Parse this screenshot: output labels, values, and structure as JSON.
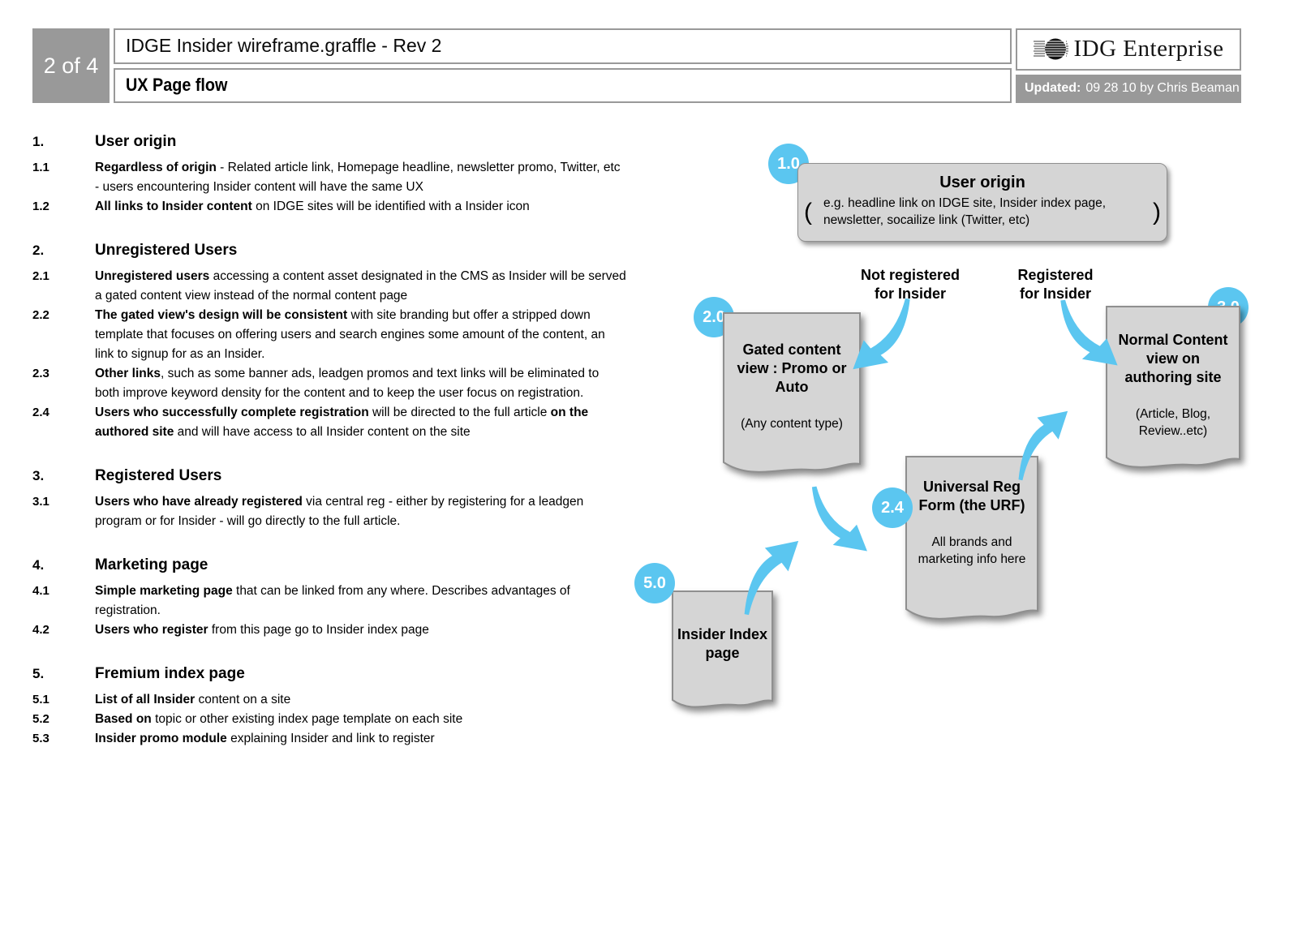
{
  "header": {
    "page_label": "2 of 4",
    "title": "IDGE Insider wireframe.graffle - Rev 2",
    "subtitle": "UX Page flow",
    "logo_text": "IDG Enterprise",
    "logo_icon": "striped-globe-icon",
    "updated_label": "Updated:",
    "updated_value": "09 28 10 by Chris Beaman"
  },
  "colors": {
    "accent_blue": "#5bc6f0",
    "box_gray": "#d5d5d5",
    "header_gray": "#999999"
  },
  "outline": {
    "sections": [
      {
        "num": "1.",
        "title": "User origin",
        "items": [
          {
            "num": "1.1",
            "segments": [
              {
                "t": "Regardless of origin",
                "b": true
              },
              {
                "t": " - Related article link, Homepage headline, newsletter promo, Twitter, etc - users encountering Insider content will have the same UX",
                "b": false
              }
            ]
          },
          {
            "num": "1.2",
            "segments": [
              {
                "t": "All links to Insider content",
                "b": true
              },
              {
                "t": " on IDGE sites will be identified with a Insider icon",
                "b": false
              }
            ]
          }
        ]
      },
      {
        "num": "2.",
        "title": "Unregistered Users",
        "items": [
          {
            "num": "2.1",
            "segments": [
              {
                "t": "Unregistered users",
                "b": true
              },
              {
                "t": " accessing a content asset designated in the CMS as Insider will be served a gated content view instead of the normal content page",
                "b": false
              }
            ]
          },
          {
            "num": "2.2",
            "segments": [
              {
                "t": "The gated view's design will be consistent",
                "b": true
              },
              {
                "t": " with site branding but offer a stripped down template that focuses on offering users and search engines some amount of the content, an link to signup for as an Insider.",
                "b": false
              }
            ]
          },
          {
            "num": "2.3",
            "segments": [
              {
                "t": "Other links",
                "b": true
              },
              {
                "t": ", such as some banner ads, leadgen promos and text links will be eliminated to both improve keyword density for the content and to keep the user focus on registration.",
                "b": false
              }
            ]
          },
          {
            "num": "2.4",
            "segments": [
              {
                "t": "Users who successfully complete registration",
                "b": true
              },
              {
                "t": " will be directed to the full article ",
                "b": false
              },
              {
                "t": "on the authored site",
                "b": true
              },
              {
                "t": " and will have access to all Insider content on the site",
                "b": false
              }
            ]
          }
        ]
      },
      {
        "num": "3.",
        "title": "Registered Users",
        "items": [
          {
            "num": "3.1",
            "segments": [
              {
                "t": "Users who have already registered",
                "b": true
              },
              {
                "t": " via central reg - either by registering for a leadgen program or for Insider - will go directly to the full article.",
                "b": false
              }
            ]
          }
        ]
      },
      {
        "num": "4.",
        "title": "Marketing page",
        "items": [
          {
            "num": "4.1",
            "segments": [
              {
                "t": "Simple marketing page",
                "b": true
              },
              {
                "t": " that can be linked from any where. Describes advantages of registration.",
                "b": false
              }
            ]
          },
          {
            "num": "4.2",
            "segments": [
              {
                "t": "Users who register",
                "b": true
              },
              {
                "t": " from this page go to Insider index page",
                "b": false
              }
            ]
          }
        ]
      },
      {
        "num": "5.",
        "title": "Fremium index page",
        "items": [
          {
            "num": "5.1",
            "segments": [
              {
                "t": "List of all Insider",
                "b": true
              },
              {
                "t": " content on a site",
                "b": false
              }
            ]
          },
          {
            "num": "5.2",
            "segments": [
              {
                "t": "Based on",
                "b": true
              },
              {
                "t": " topic or other existing index page template on each site",
                "b": false
              }
            ]
          },
          {
            "num": "5.3",
            "segments": [
              {
                "t": "Insider promo module",
                "b": true
              },
              {
                "t": " explaining Insider and link to register",
                "b": false
              }
            ]
          }
        ]
      }
    ]
  },
  "diagram": {
    "badges": {
      "user_origin": "1.0",
      "gated": "2.0",
      "normal": "3.0",
      "urf": "2.4",
      "index": "5.0"
    },
    "user_origin": {
      "title": "User origin",
      "paren_open": "(",
      "paren_close": ")",
      "detail": "e.g. headline link on IDGE site, Insider index page, newsletter, socailize link (Twitter, etc)"
    },
    "branch_left": {
      "line1": "Not registered",
      "line2": "for Insider"
    },
    "branch_right": {
      "line1": "Registered",
      "line2": "for Insider"
    },
    "nodes": {
      "gated": {
        "title": "Gated content view : Promo or Auto",
        "subtitle": "(Any content type)"
      },
      "normal": {
        "title": "Normal Content view on authoring site",
        "subtitle": "(Article, Blog, Review..etc)"
      },
      "urf": {
        "title": "Universal Reg Form (the URF)",
        "subtitle": "All brands and marketing info here"
      },
      "index": {
        "title": "Insider Index page",
        "subtitle": ""
      }
    }
  }
}
